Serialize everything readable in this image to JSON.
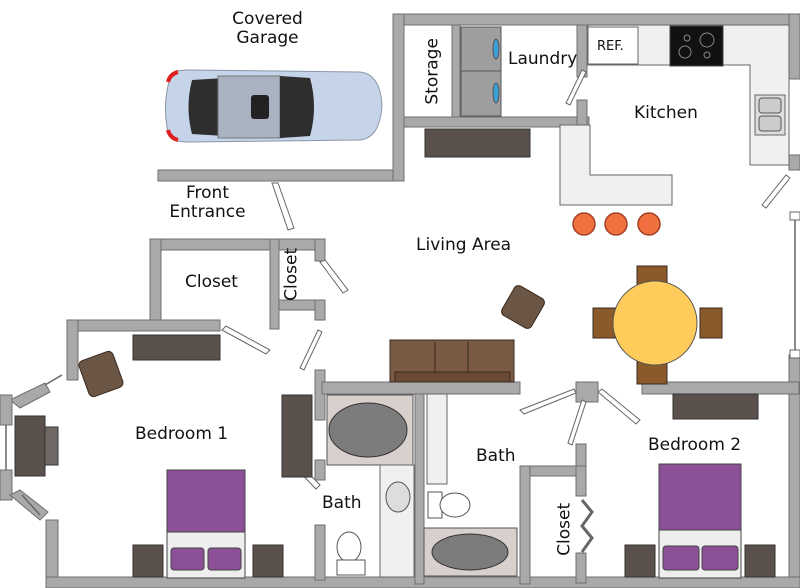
{
  "diagram_type": "floor-plan",
  "colors": {
    "wall": "#a9a9a9",
    "wall_edge": "#6f6f6f",
    "counter": "#f0f0f0",
    "dark_furniture": "#5a514d",
    "sofa": "#7a5a45",
    "bed": "#8b5096",
    "stool": "#f07040",
    "dining_table": "#ffcc5c",
    "chair": "#8b5a2b",
    "tub": "#7c7c7c",
    "car_body": "#c5d4e8"
  },
  "rooms": {
    "garage": {
      "line1": "Covered",
      "line2": "Garage"
    },
    "storage": "Storage",
    "laundry": "Laundry",
    "refrigerator": "REF.",
    "kitchen": "Kitchen",
    "entrance": {
      "line1": "Front",
      "line2": "Entrance"
    },
    "closet_front": "Closet",
    "closet_hall": "Closet",
    "living": "Living Area",
    "bedroom1": "Bedroom 1",
    "bath1": "Bath",
    "bath2": "Bath",
    "bedroom2": "Bedroom 2",
    "closet_bed2": "Closet"
  },
  "fixtures": {
    "bar_stools": 3,
    "dining_chairs": 4,
    "washer_dryer_units": 2,
    "stove_burners": 4,
    "sink_basins": 2
  }
}
